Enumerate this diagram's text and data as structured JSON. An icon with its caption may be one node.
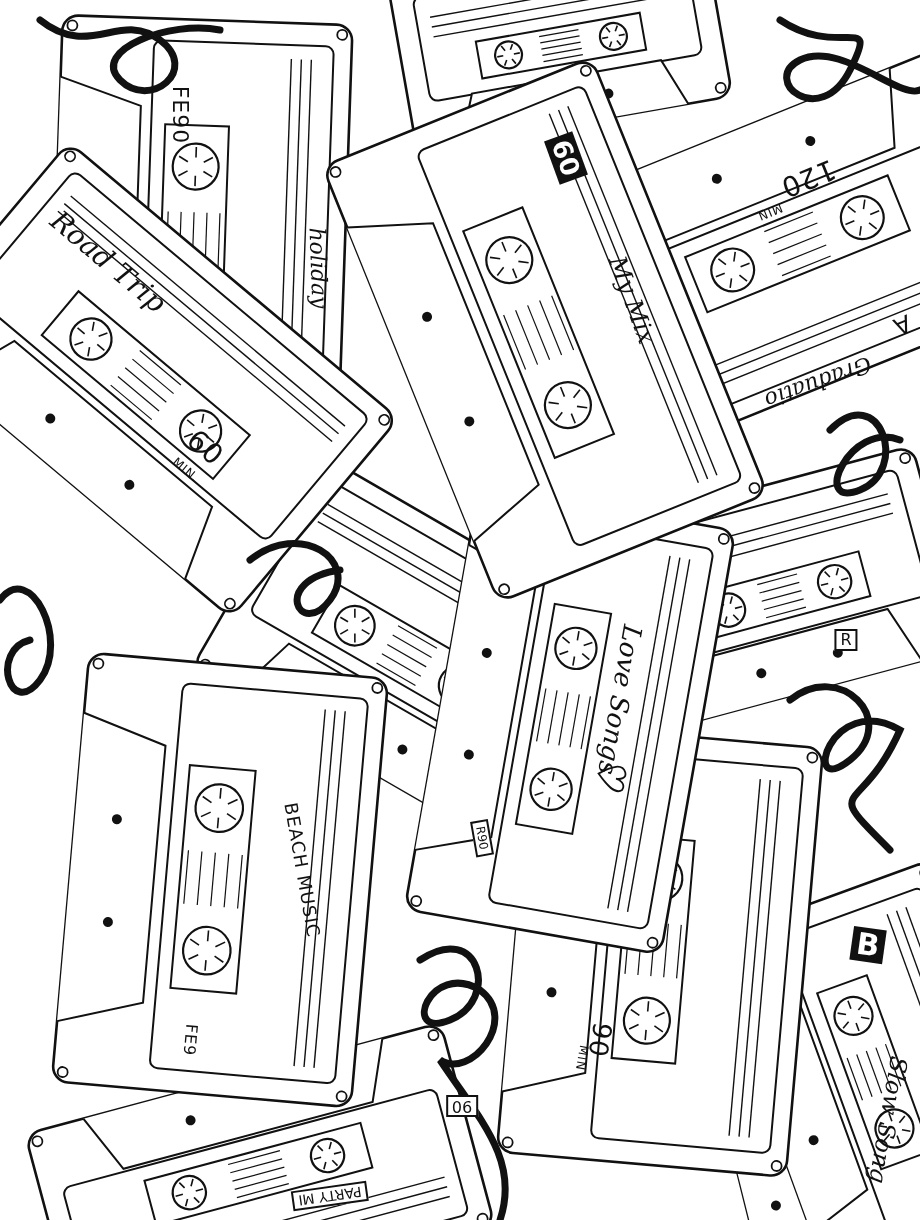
{
  "diagram": {
    "labels": [
      "FE90",
      "Road Trip",
      "holiday",
      "60",
      "MIN.",
      "60",
      "My Mix",
      "120",
      "MIN",
      "A",
      "Graduatio",
      "Love Songs",
      "R",
      "R90",
      "90",
      "MIN",
      "B",
      "BEACH MUSIC",
      "FE9",
      "90",
      "PARTY MI",
      "Slow Song"
    ]
  }
}
